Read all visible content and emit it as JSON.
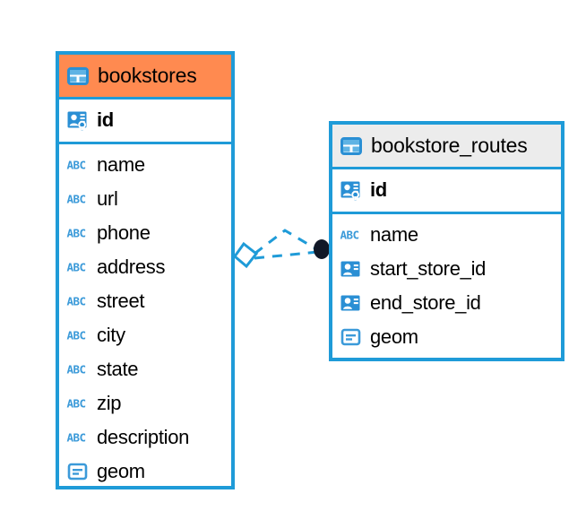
{
  "diagram": {
    "type": "entity-relationship-diagram",
    "background": "#ffffff",
    "accent_color": "#1f9bd8",
    "selected_header_color": "#ff8a50",
    "header_color": "#ececec",
    "relationship_endpoint_color": "#111827"
  },
  "entities": [
    {
      "name": "bookstores",
      "selected": true,
      "header_icon": "table-icon",
      "primary_key": {
        "label": "id",
        "icon": "primary-key-icon"
      },
      "fields": [
        {
          "label": "name",
          "icon": "text-type-icon"
        },
        {
          "label": "url",
          "icon": "text-type-icon"
        },
        {
          "label": "phone",
          "icon": "text-type-icon"
        },
        {
          "label": "address",
          "icon": "text-type-icon"
        },
        {
          "label": "street",
          "icon": "text-type-icon"
        },
        {
          "label": "city",
          "icon": "text-type-icon"
        },
        {
          "label": "state",
          "icon": "text-type-icon"
        },
        {
          "label": "zip",
          "icon": "text-type-icon"
        },
        {
          "label": "description",
          "icon": "text-type-icon"
        },
        {
          "label": "geom",
          "icon": "geometry-type-icon"
        }
      ]
    },
    {
      "name": "bookstore_routes",
      "selected": false,
      "header_icon": "table-icon",
      "primary_key": {
        "label": "id",
        "icon": "primary-key-icon"
      },
      "fields": [
        {
          "label": "name",
          "icon": "text-type-icon"
        },
        {
          "label": "start_store_id",
          "icon": "foreign-key-icon"
        },
        {
          "label": "end_store_id",
          "icon": "foreign-key-icon"
        },
        {
          "label": "geom",
          "icon": "geometry-type-icon"
        }
      ]
    }
  ],
  "relationship": {
    "from_entity": "bookstores",
    "to_entity": "bookstore_routes",
    "from_endpoint": "diamond-endpoint",
    "to_endpoint": "filled-circle-endpoint",
    "line_style": "dashed",
    "line_color": "#1f9bd8"
  }
}
